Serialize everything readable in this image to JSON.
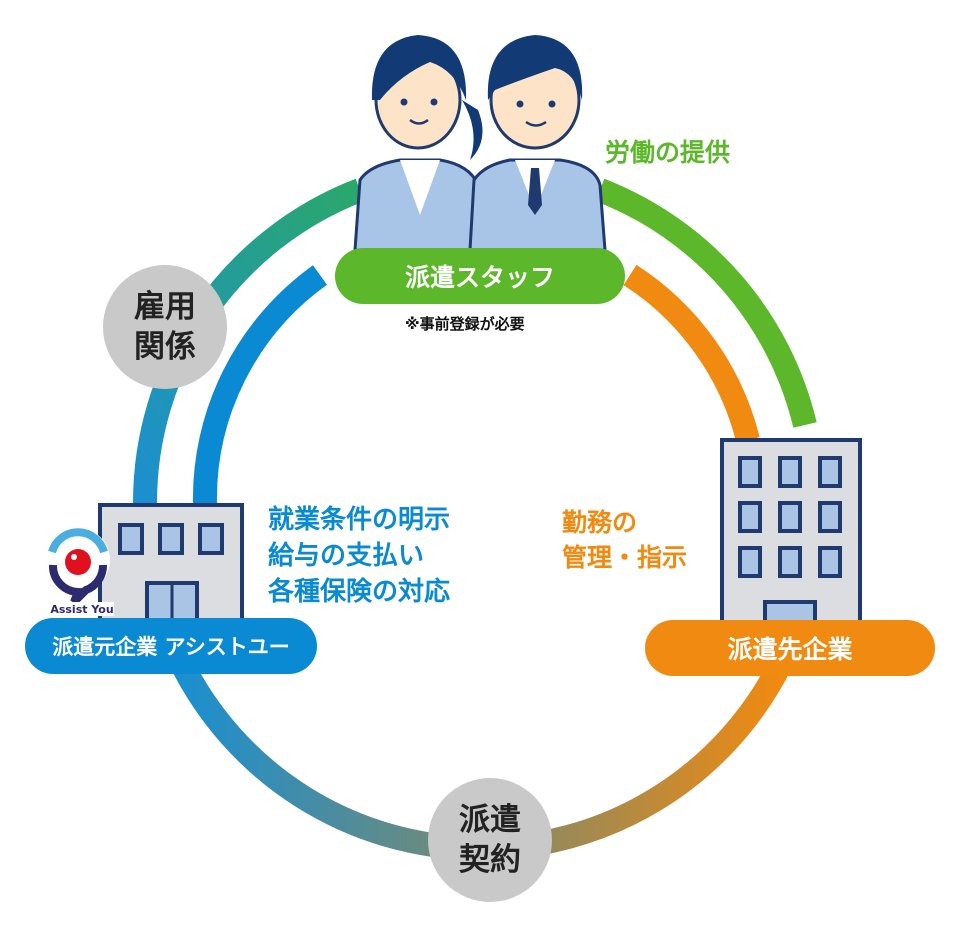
{
  "staff": {
    "label": "派遣スタッフ",
    "note": "※事前登録が必要"
  },
  "client": {
    "label": "派遣先企業"
  },
  "agency": {
    "label": "派遣元企業 アシストユー",
    "logo_text": "Assist You"
  },
  "relations": {
    "employment": [
      "雇用",
      "関係"
    ],
    "contract": [
      "派遣",
      "契約"
    ]
  },
  "flows": {
    "labor": "労働の提供",
    "management": [
      "勤務の",
      "管理・指示"
    ],
    "agency_duties": [
      "就業条件の明示",
      "給与の支払い",
      "各種保険の対応"
    ]
  },
  "colors": {
    "green": "#5cb82a",
    "orange": "#f08a10",
    "blue": "#0a8ad2",
    "gray": "#c9c9c9",
    "navy": "#1f3a6e"
  }
}
